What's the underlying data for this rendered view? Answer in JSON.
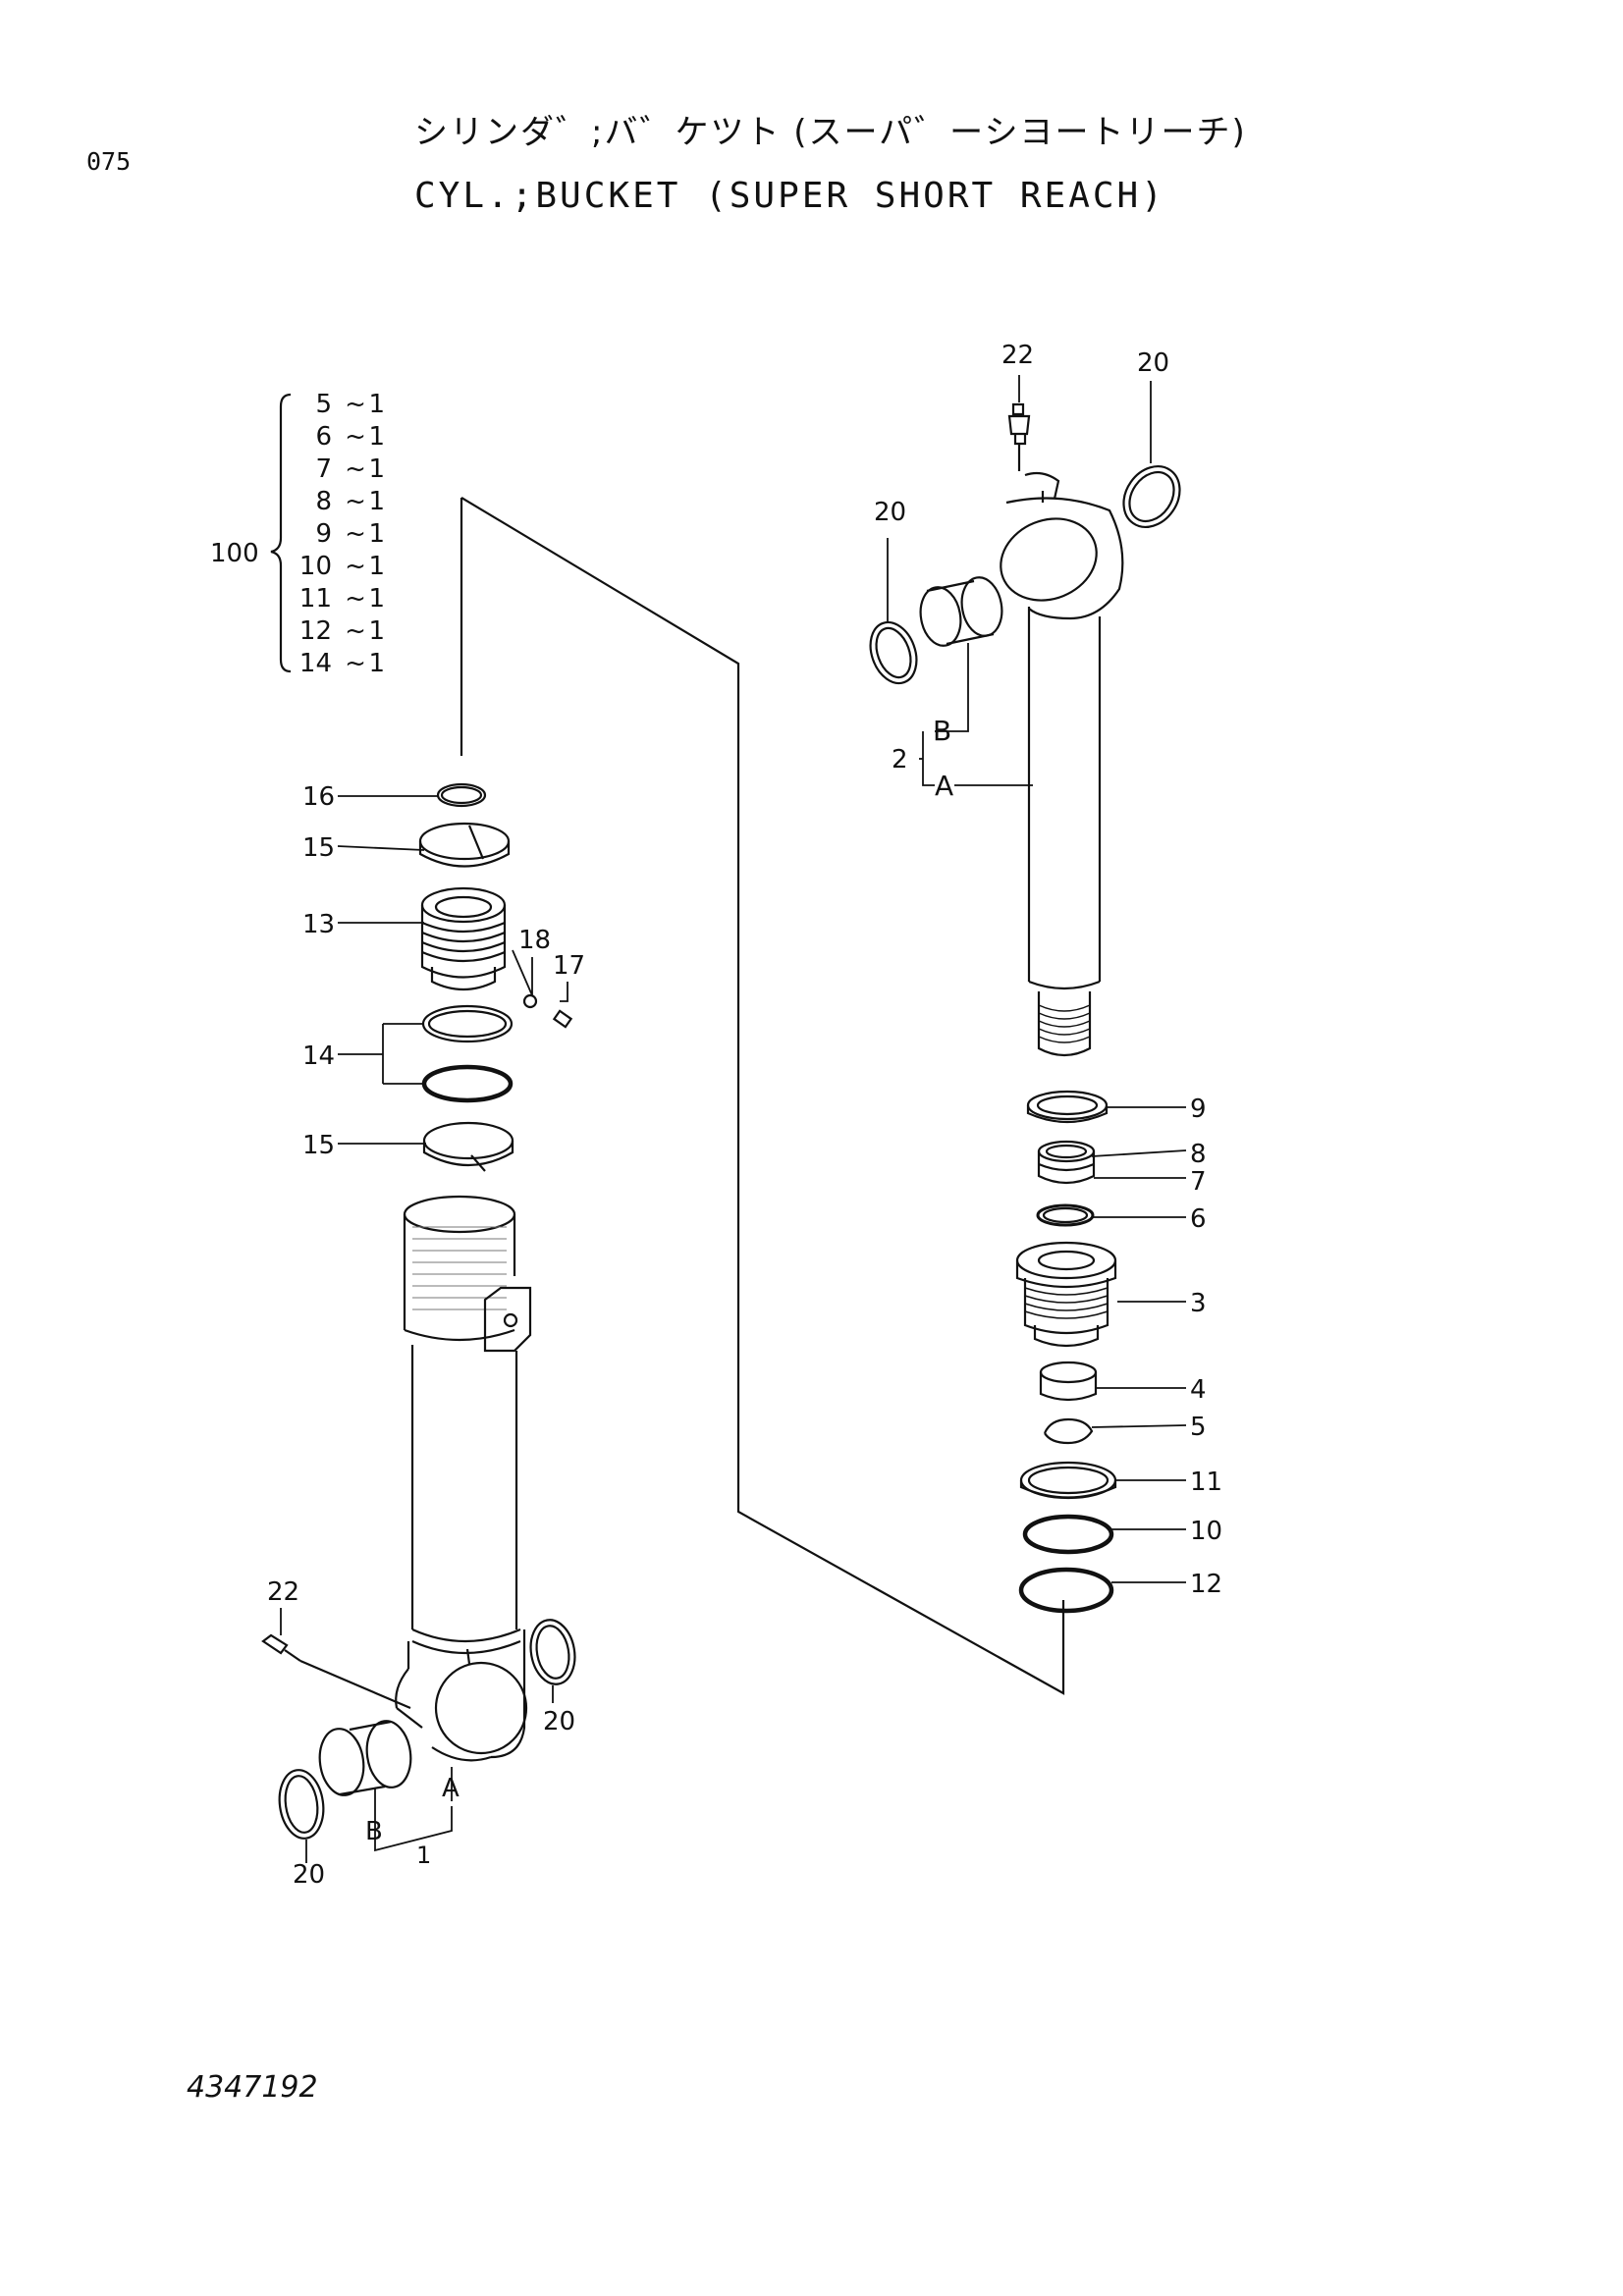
{
  "page_code": "075",
  "title_jp": "シリンダ゛;バ゛ケツト (スーパ゛ーシヨートリーチ)",
  "title_en": "CYL.;BUCKET (SUPER SHORT REACH)",
  "drawing_number": "4347192",
  "kit": {
    "number": "100",
    "contents": [
      {
        "part": "5",
        "sep": "~",
        "qty": "1"
      },
      {
        "part": "6",
        "sep": "~",
        "qty": "1"
      },
      {
        "part": "7",
        "sep": "~",
        "qty": "1"
      },
      {
        "part": "8",
        "sep": "~",
        "qty": "1"
      },
      {
        "part": "9",
        "sep": "~",
        "qty": "1"
      },
      {
        "part": "10",
        "sep": "~",
        "qty": "1"
      },
      {
        "part": "11",
        "sep": "~",
        "qty": "1"
      },
      {
        "part": "12",
        "sep": "~",
        "qty": "1"
      },
      {
        "part": "14",
        "sep": "~",
        "qty": "1"
      }
    ]
  },
  "callouts": {
    "r22": "22",
    "r20a": "20",
    "r20b": "20",
    "r2": "2",
    "r2b": "B",
    "r2a": "A",
    "r9": "9",
    "r8": "8",
    "r7": "7",
    "r6": "6",
    "r3": "3",
    "r4": "4",
    "r5": "5",
    "r11": "11",
    "r10": "10",
    "r12": "12",
    "l16": "16",
    "l15a": "15",
    "l13": "13",
    "l18": "18",
    "l17": "17",
    "l14": "14",
    "l15b": "15",
    "l22": "22",
    "l20a": "20",
    "l20b": "20",
    "la": "A",
    "lb": "B",
    "l1": "1"
  }
}
